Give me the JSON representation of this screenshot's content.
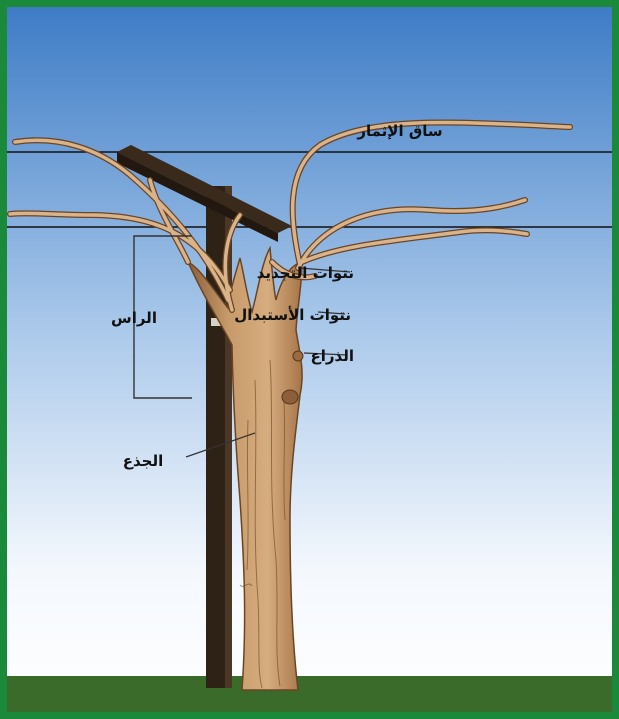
{
  "diagram": {
    "labels": {
      "fruiting_cane": "ساق الإثمار",
      "renewal_spurs": "نتوات التجديد",
      "replacement_spurs": "نتوات الأستبدال",
      "arm": "الذراع",
      "head": "الراس",
      "trunk": "الجذع"
    }
  },
  "colors": {
    "border": "#1a8a3a",
    "sky_top": "#3e7cc6",
    "sky_bottom": "#ffffff",
    "ground": "#3a6b2a",
    "post": "#2e2116",
    "bark": "#c79a6a",
    "cane": "#d9b48a"
  }
}
